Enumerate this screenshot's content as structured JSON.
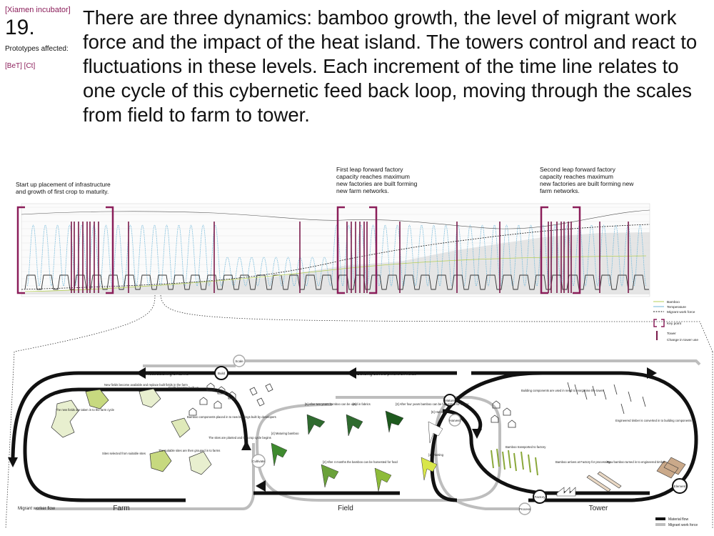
{
  "badge": {
    "project": "[Xiamen incubator]",
    "number": "19.",
    "prototypes_label": "Prototypes affected:",
    "tags": "[BeT] [Ct]"
  },
  "intro_text": "There are three dynamics: bamboo growth, the level of migrant work force and the impact of the heat island. The towers control and react to fluctuations in these levels. Each increment of the time line relates to one cycle of this cybernetic feed back loop, moving through the scales from field to farm to tower.",
  "timeline": {
    "annotations": [
      "Start up placement of infrastructure\nand growth of first crop to maturity.",
      "First leap forward factory\ncapacity reaches maximum\nnew factories are built forming\nnew farm networks.",
      "Second leap forward factory\ncapacity reaches maximum\nnew factories are built forming new\nfarm networks."
    ],
    "legend": {
      "bamboo": "Bamboo",
      "temperature": "Temperature",
      "migrant": "Migrant work force",
      "key_point": "Key point",
      "tower": "Tower",
      "change": "Change in tower use"
    },
    "colors": {
      "bamboo": "#b7cf5a",
      "temperature": "#6fb7d9",
      "migrant": "#222222",
      "key_point": "#8b1e5a",
      "tower": "#7a1a4a"
    }
  },
  "cycle": {
    "zones": {
      "farm": "Farm",
      "field": "Field",
      "tower": "Tower"
    },
    "flows": {
      "restructuring": "Restructuring of farms",
      "building_devel": "Building develo pment on fields",
      "migrant_flow": "Migrant worker flow"
    },
    "nodes": {
      "build": "Build",
      "scale": "Scale",
      "mature": "Mature",
      "harvest": "Harvest",
      "cultivate": "Cultivate",
      "process": "Process",
      "factory": "Factory",
      "element": "Element"
    },
    "farm_notes": [
      "The new fields are taken in to the farm cycle",
      "New fields become available and replace built fields in the farm",
      "Fields become built up",
      "Bamboo components placed in to new buildings built by developers",
      "Sites selected from suitable sites",
      "The suitable sites are then grouped in to farms",
      "The sites are planted and the crop cycle begins"
    ],
    "field_notes": [
      "[5] After two years bamboo can be used in fabrics",
      "[4]",
      "[3] After four years bamboo can be harvested for timber",
      "[6] Harvest",
      "[4] Maturing bamboo",
      "[2] After 4 months the bamboo can be harvested for food",
      "[1] Planting"
    ],
    "tower_notes": [
      "Building components are used in need to reorganise the tower",
      "Engineered timber is converted in to building components",
      "Bamboo transported to factory",
      "Bamboo arrives at Factory for processing",
      "Raw bamboo turned in to engineered timber"
    ],
    "legend": {
      "material": "Material flow",
      "migrant": "Migrant work force"
    }
  }
}
